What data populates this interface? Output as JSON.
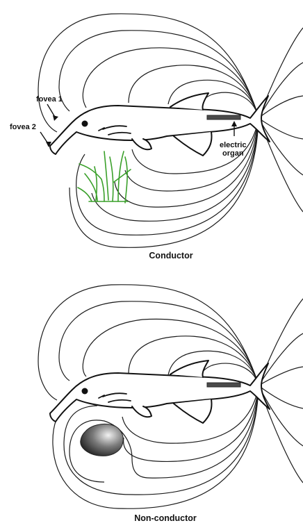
{
  "panels": [
    {
      "id": "conductor",
      "caption": "Conductor",
      "labels": {
        "fovea1": "fovea 1",
        "fovea2": "fovea 2",
        "electric_organ_line1": "electric",
        "electric_organ_line2": "organ"
      },
      "object": "plant"
    },
    {
      "id": "non-conductor",
      "caption": "Non-conductor",
      "object": "rock"
    }
  ],
  "colors": {
    "field_lines": "#1a1a1a",
    "plant": "#3aa02a",
    "organ": "#4a4a4a",
    "rock": "#333333"
  }
}
